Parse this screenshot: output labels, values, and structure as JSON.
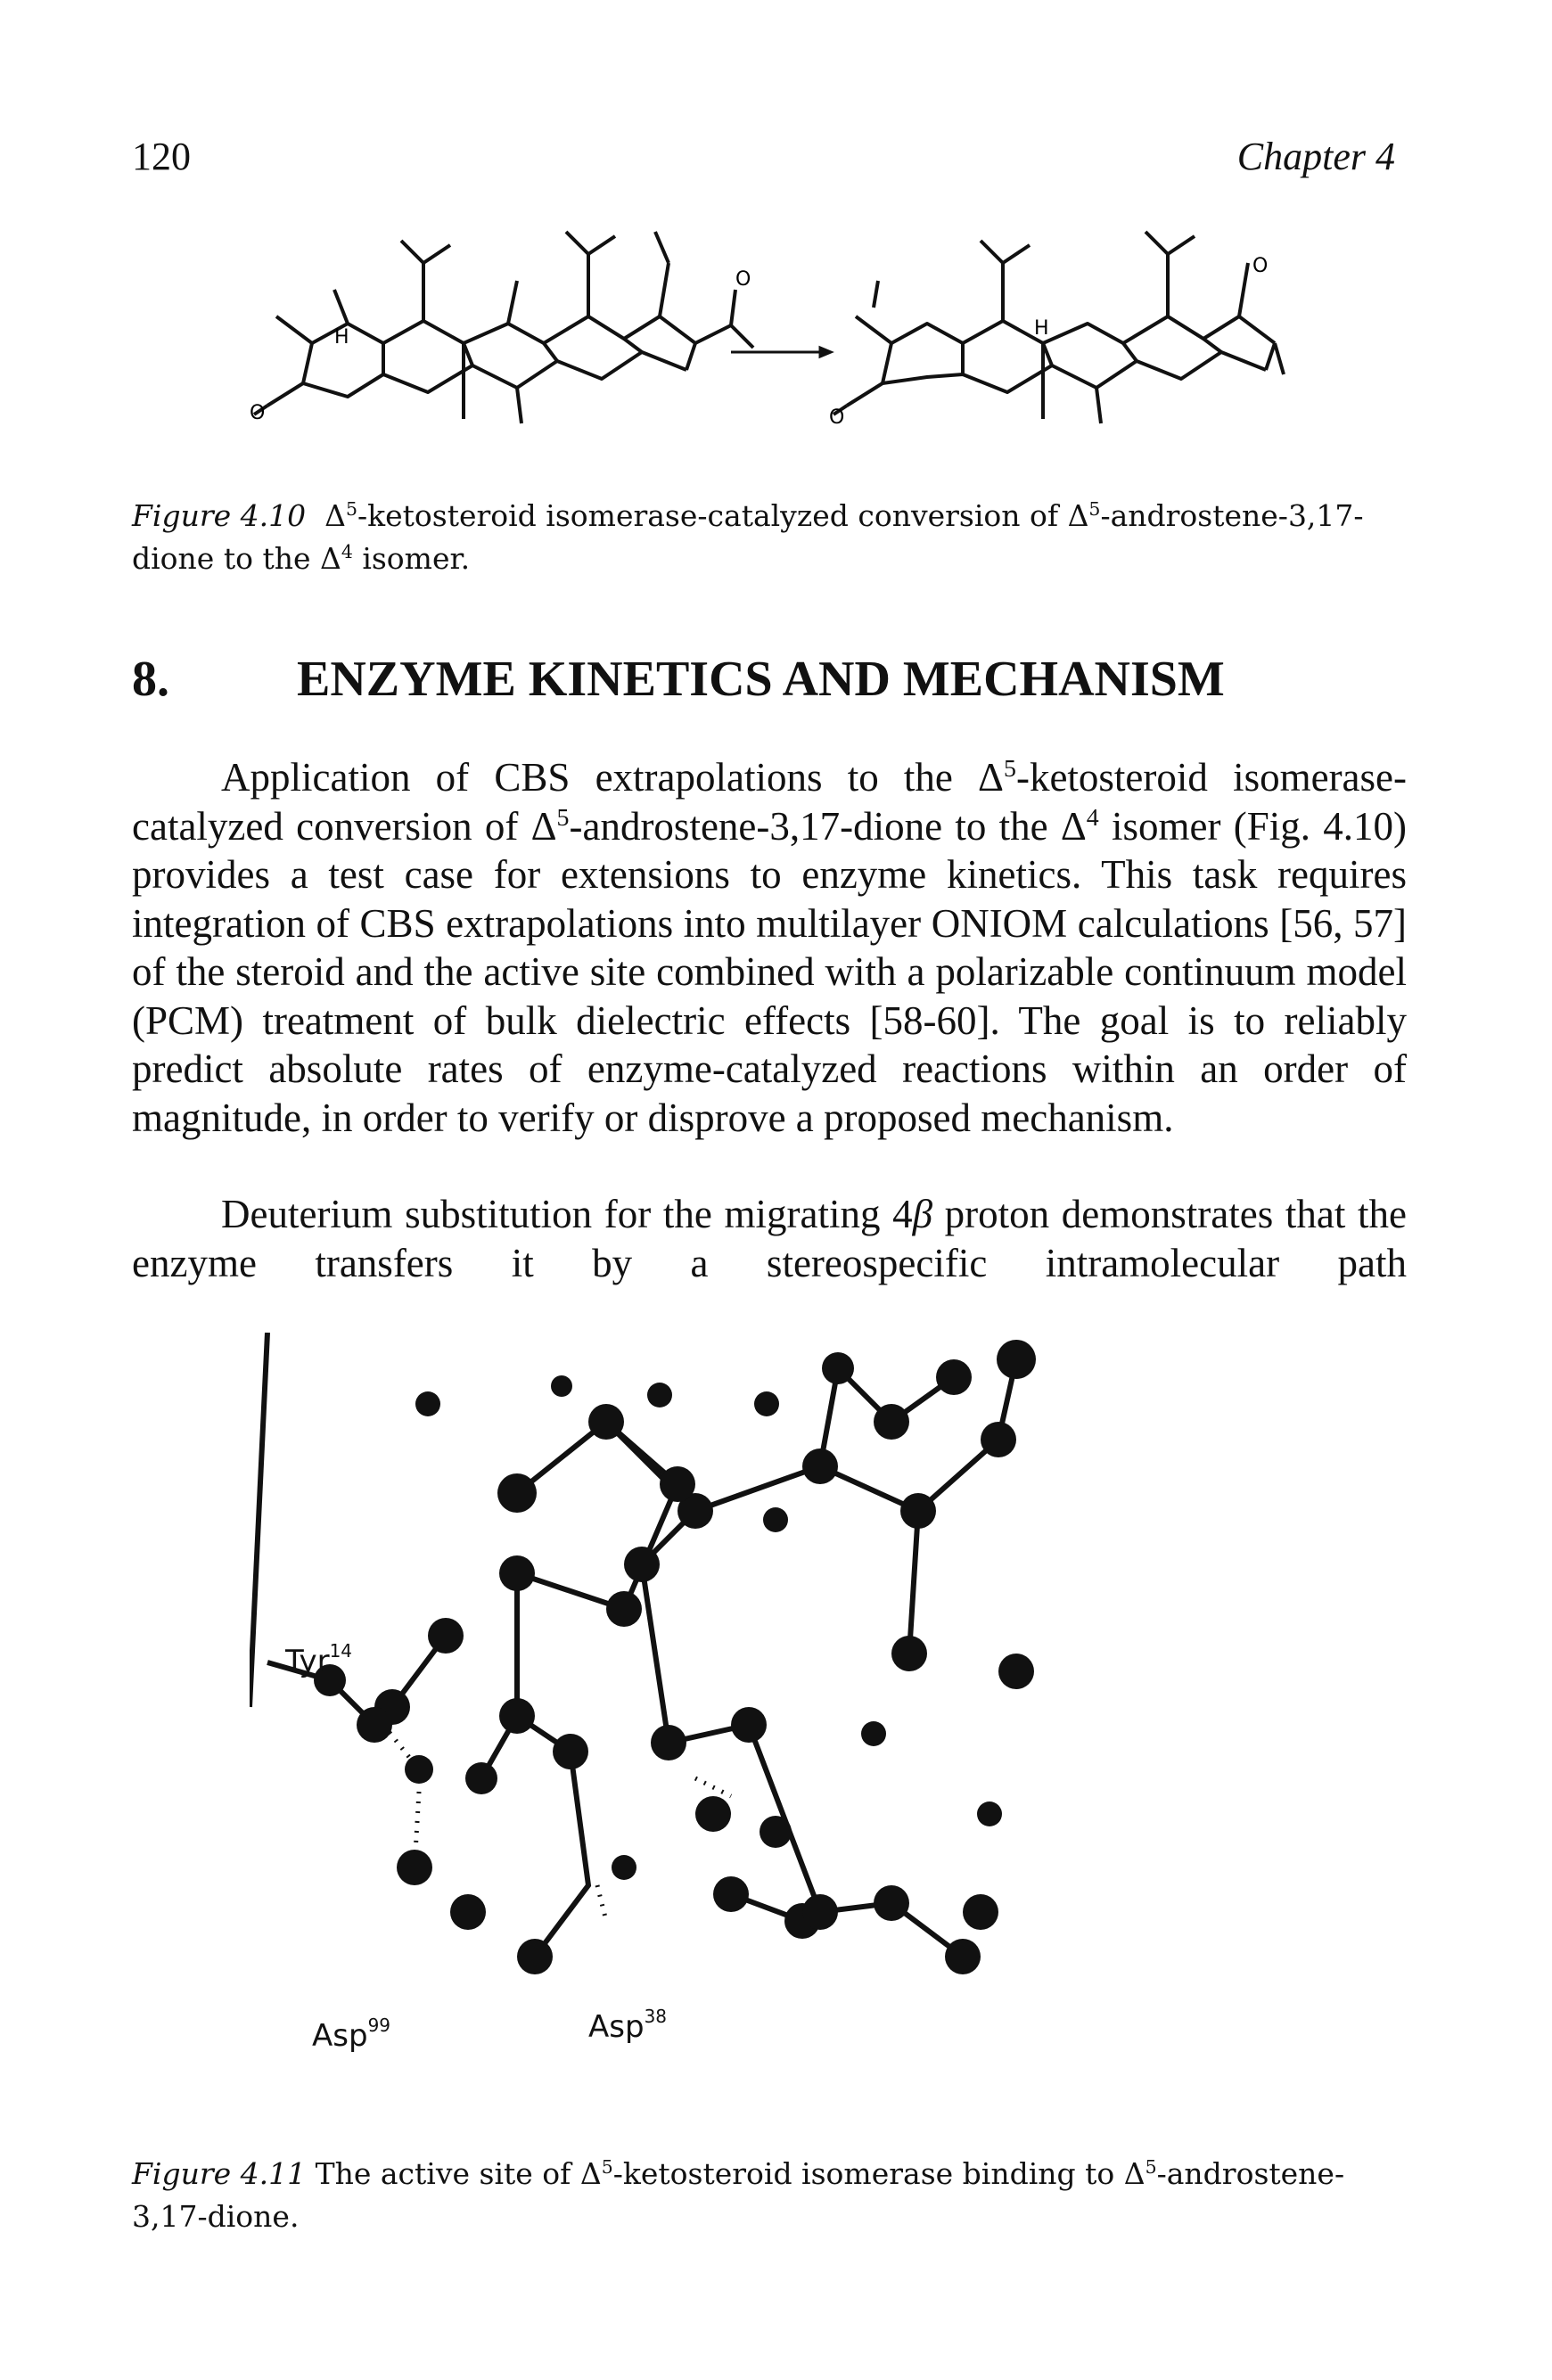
{
  "header": {
    "page_number": "120",
    "chapter": "Chapter 4"
  },
  "figure_4_10": {
    "atom_labels": [
      "H",
      "O",
      "O",
      "H",
      "O",
      "O"
    ],
    "caption_label": "Figure 4.10",
    "caption_pre": "Δ",
    "caption_sup1": "5",
    "caption_mid": "-ketosteroid isomerase-catalyzed conversion of Δ",
    "caption_sup2": "5",
    "caption_mid2": "-androstene-3,17-dione to the Δ",
    "caption_sup3": "4",
    "caption_end": " isomer."
  },
  "section": {
    "number": "8.",
    "title": "ENZYME KINETICS AND MECHANISM"
  },
  "paragraph1": {
    "t1": "Application of CBS extrapolations to the Δ",
    "s1": "5",
    "t2": "-ketosteroid isomerase-catalyzed conversion of Δ",
    "s2": "5",
    "t3": "-androstene-3,17-dione to the Δ",
    "s3": "4",
    "t4": " isomer (Fig. 4.10) provides a test case for extensions to enzyme kinetics. This task requires integration of CBS extrapolations into multilayer ONIOM calculations [56, 57] of the steroid and the active site combined with a polarizable continuum model (PCM) treatment of bulk dielectric effects [58-60]. The goal is to reliably predict absolute rates of enzyme-catalyzed reactions within an order of magnitude, in order to verify or disprove a proposed mechanism."
  },
  "paragraph2": {
    "t1": "Deuterium substitution for the migrating 4",
    "beta": "β",
    "t2": " proton demonstrates that the enzyme transfers it by a stereospecific intramolecular path"
  },
  "figure_4_11": {
    "labels": {
      "tyr": "Tyr",
      "tyr_sup": "14",
      "asp99": "Asp",
      "asp99_sup": "99",
      "asp38": "Asp",
      "asp38_sup": "38"
    },
    "caption_label": "Figure 4.11",
    "caption_pre": " The active site of Δ",
    "caption_sup": "5",
    "caption_end": "-ketosteroid isomerase binding to Δ",
    "caption_sup2": "5",
    "caption_end2": "-androstene-3,17-dione."
  }
}
